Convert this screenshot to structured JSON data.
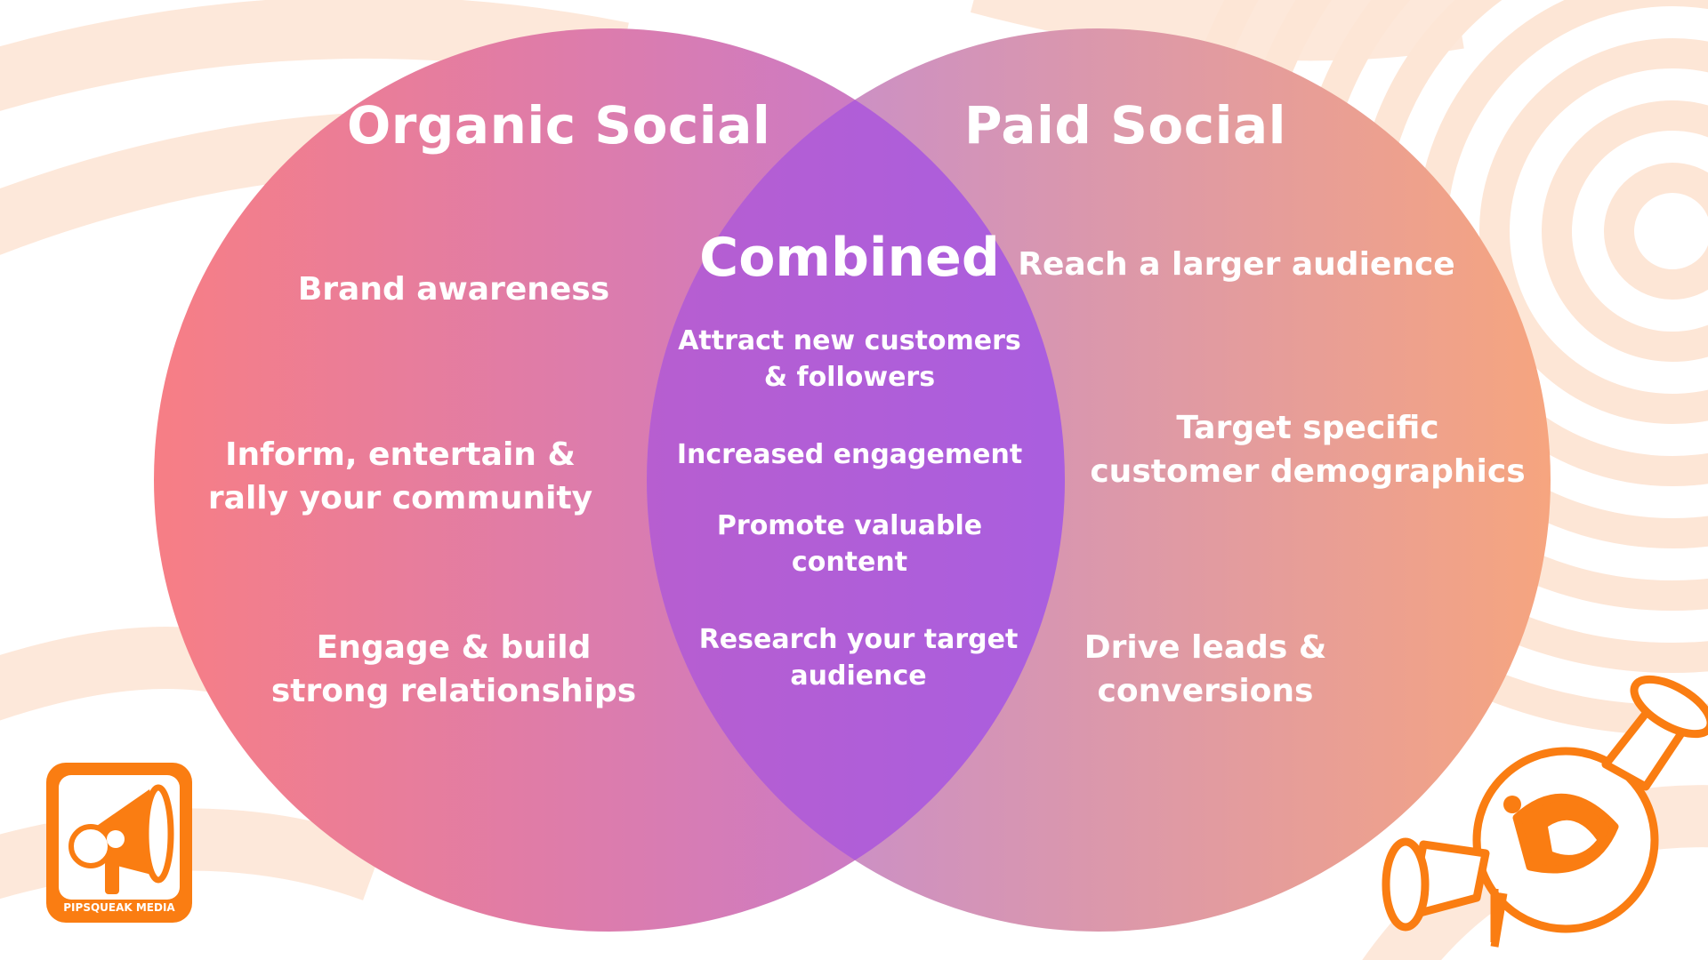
{
  "colors": {
    "background_swirl": "#fde6d6",
    "left_circle_start": "#f77e85",
    "left_circle_end": "#c07ad6",
    "right_circle_start": "#c08ad8",
    "right_circle_end": "#f6a57f",
    "overlap_start": "#b75ed0",
    "overlap_end": "#9a5df0",
    "text": "#ffffff",
    "logo_orange": "#fa7d12"
  },
  "diagram": {
    "left": {
      "title": "Organic Social",
      "items": [
        [
          "Brand awareness"
        ],
        [
          "Inform, entertain &",
          "rally your community"
        ],
        [
          "Engage & build",
          "strong relationships"
        ]
      ]
    },
    "center": {
      "title": "Combined",
      "items": [
        [
          "Attract new customers",
          "& followers"
        ],
        [
          "Increased engagement"
        ],
        [
          "Promote valuable",
          "content"
        ],
        [
          "Research your target",
          "audience"
        ]
      ]
    },
    "right": {
      "title": "Paid Social",
      "items": [
        [
          "Reach a larger audience"
        ],
        [
          "Target specific",
          "customer demographics"
        ],
        [
          "Drive leads &",
          "conversions"
        ]
      ]
    }
  },
  "logo": {
    "text": "PIPSQUEAK MEDIA",
    "icon": "megaphone-icon"
  },
  "mascot": {
    "icon": "megaphone-mascot-icon"
  }
}
